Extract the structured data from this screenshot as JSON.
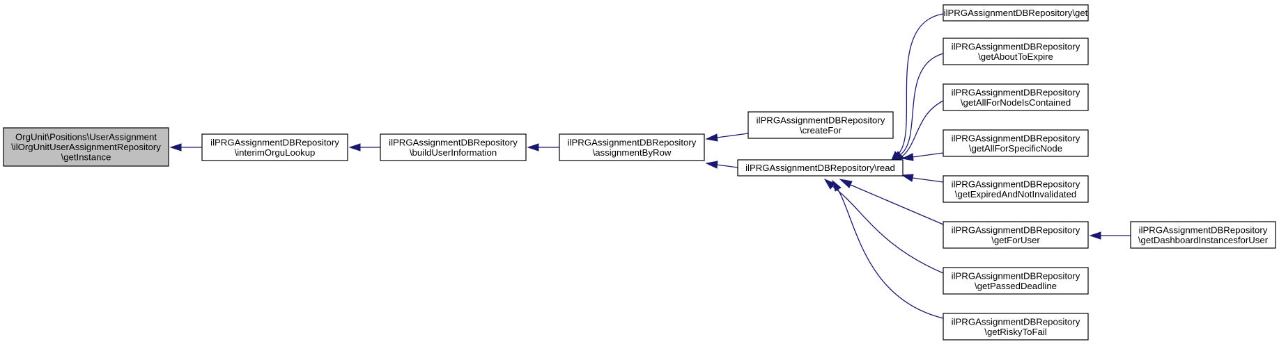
{
  "graph": {
    "colors": {
      "edge": "#191970",
      "root_fill": "#bfbfbf",
      "node_fill": "#ffffff",
      "border": "#000000"
    },
    "nodes": [
      {
        "id": "getInstance",
        "lines": [
          "OrgUnit\\Positions\\UserAssignment",
          "\\ilOrgUnitUserAssignmentRepository",
          "\\getInstance"
        ],
        "root": true
      },
      {
        "id": "interimOrguLookup",
        "lines": [
          "ilPRGAssignmentDBRepository",
          "\\interimOrguLookup"
        ]
      },
      {
        "id": "buildUserInformation",
        "lines": [
          "ilPRGAssignmentDBRepository",
          "\\buildUserInformation"
        ]
      },
      {
        "id": "assignmentByRow",
        "lines": [
          "ilPRGAssignmentDBRepository",
          "\\assignmentByRow"
        ]
      },
      {
        "id": "createFor",
        "lines": [
          "ilPRGAssignmentDBRepository",
          "\\createFor"
        ]
      },
      {
        "id": "read",
        "lines": [
          "ilPRGAssignmentDBRepository\\read"
        ]
      },
      {
        "id": "get",
        "lines": [
          "ilPRGAssignmentDBRepository\\get"
        ]
      },
      {
        "id": "getAboutToExpire",
        "lines": [
          "ilPRGAssignmentDBRepository",
          "\\getAboutToExpire"
        ]
      },
      {
        "id": "getAllForNodeIsContained",
        "lines": [
          "ilPRGAssignmentDBRepository",
          "\\getAllForNodeIsContained"
        ]
      },
      {
        "id": "getAllForSpecificNode",
        "lines": [
          "ilPRGAssignmentDBRepository",
          "\\getAllForSpecificNode"
        ]
      },
      {
        "id": "getExpiredAndNotInvalidated",
        "lines": [
          "ilPRGAssignmentDBRepository",
          "\\getExpiredAndNotInvalidated"
        ]
      },
      {
        "id": "getForUser",
        "lines": [
          "ilPRGAssignmentDBRepository",
          "\\getForUser"
        ]
      },
      {
        "id": "getPassedDeadline",
        "lines": [
          "ilPRGAssignmentDBRepository",
          "\\getPassedDeadline"
        ]
      },
      {
        "id": "getRiskyToFail",
        "lines": [
          "ilPRGAssignmentDBRepository",
          "\\getRiskyToFail"
        ]
      },
      {
        "id": "getDashboardInstancesforUser",
        "lines": [
          "ilPRGAssignmentDBRepository",
          "\\getDashboardInstancesforUser"
        ]
      }
    ],
    "edges": [
      {
        "from": "interimOrguLookup",
        "to": "getInstance"
      },
      {
        "from": "buildUserInformation",
        "to": "interimOrguLookup"
      },
      {
        "from": "assignmentByRow",
        "to": "buildUserInformation"
      },
      {
        "from": "createFor",
        "to": "assignmentByRow"
      },
      {
        "from": "read",
        "to": "assignmentByRow"
      },
      {
        "from": "get",
        "to": "read"
      },
      {
        "from": "getAboutToExpire",
        "to": "read"
      },
      {
        "from": "getAllForNodeIsContained",
        "to": "read"
      },
      {
        "from": "getAllForSpecificNode",
        "to": "read"
      },
      {
        "from": "getExpiredAndNotInvalidated",
        "to": "read"
      },
      {
        "from": "getForUser",
        "to": "read"
      },
      {
        "from": "getPassedDeadline",
        "to": "read"
      },
      {
        "from": "getRiskyToFail",
        "to": "read"
      },
      {
        "from": "getDashboardInstancesforUser",
        "to": "getForUser"
      }
    ]
  }
}
